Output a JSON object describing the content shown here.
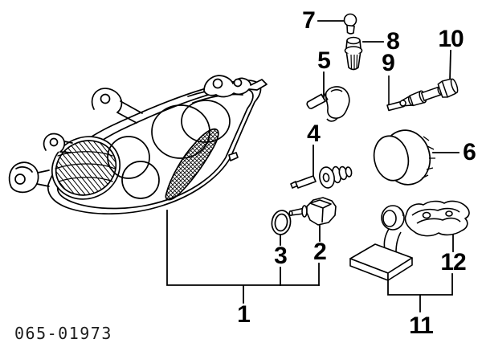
{
  "labels": {
    "p1": "1",
    "p2": "2",
    "p3": "3",
    "p4": "4",
    "p5": "5",
    "p6": "6",
    "p7": "7",
    "p8": "8",
    "p9": "9",
    "p10": "10",
    "p11": "11",
    "p12": "12"
  },
  "footer_code": "065-01973",
  "colors": {
    "line": "#000000",
    "background": "#ffffff"
  }
}
